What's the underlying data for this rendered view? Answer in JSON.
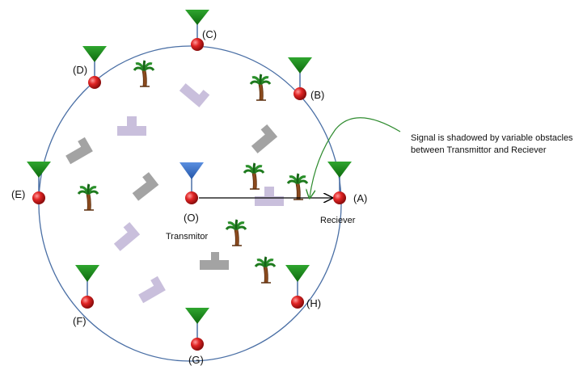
{
  "nodes": {
    "A": "(A)",
    "B": "(B)",
    "C": "(C)",
    "D": "(D)",
    "E": "(E)",
    "F": "(F)",
    "G": "(G)",
    "H": "(H)",
    "O": "(O)"
  },
  "transmitter_caption": "Transmitor",
  "receiver_caption": "Reciever",
  "annotation": {
    "line1": "Signal is shadowed by variable obstacles",
    "line2": "between Transmittor  and Reciever"
  },
  "colors": {
    "ring": "#4a6fa5",
    "node_red": "#d81e1e",
    "antenna_green": "#1f8a1f",
    "antenna_blue": "#3a6fc4",
    "obstacle_gray": "#a3a3a3",
    "obstacle_lavender": "#c9bfdc",
    "annotation_arrow": "#2e8b2e",
    "signal_arrow": "#000000"
  },
  "icons": {
    "antenna": "triangle-antenna-icon",
    "tree": "palm-tree-icon",
    "node": "red-sphere-icon"
  }
}
